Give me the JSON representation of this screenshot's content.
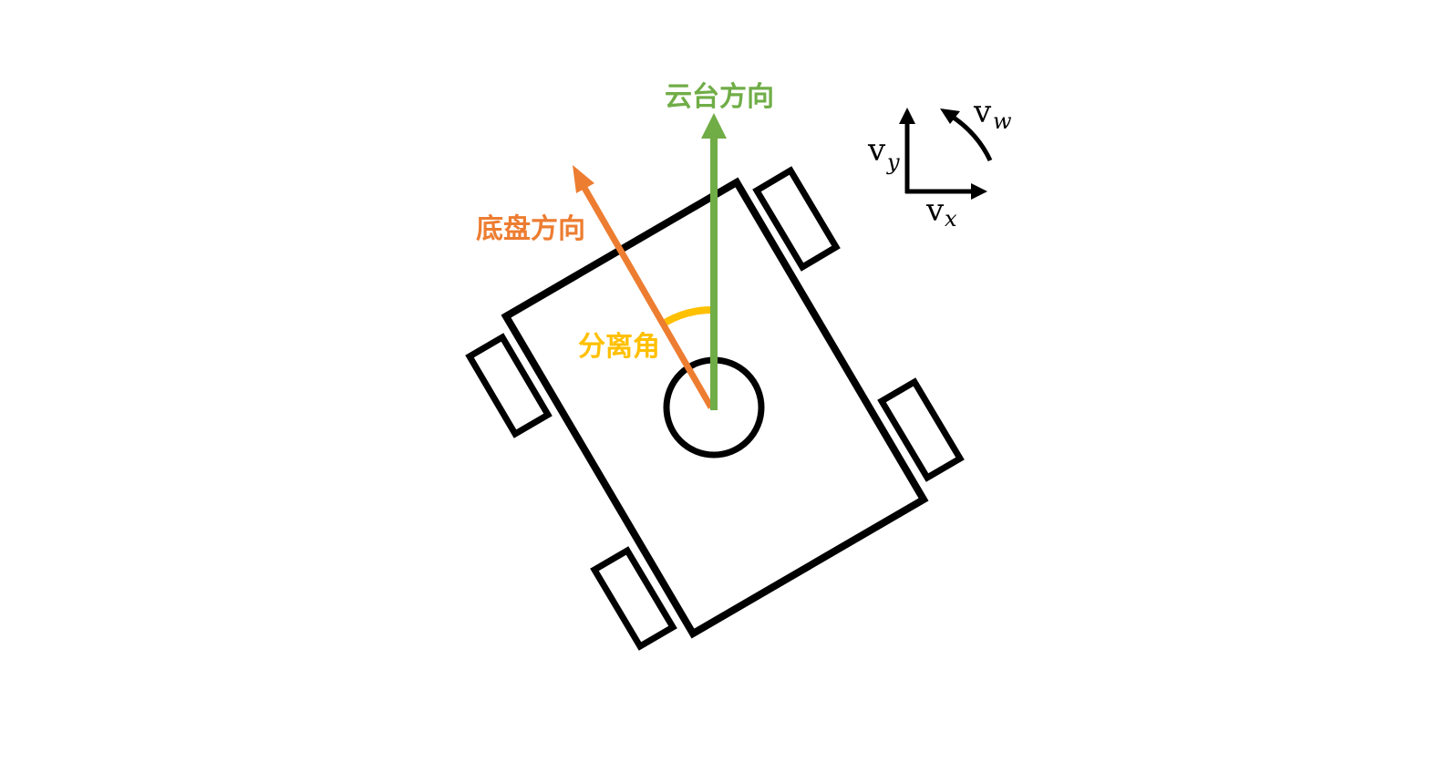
{
  "labels": {
    "gimbal_direction": "云台方向",
    "chassis_direction": "底盘方向",
    "separation_angle": "分离角"
  },
  "axes": {
    "vy": {
      "base": "v",
      "sub": "y"
    },
    "vx": {
      "base": "v",
      "sub": "x"
    },
    "vw": {
      "base": "v",
      "sub": "w"
    }
  },
  "colors": {
    "gimbal": "#70ad47",
    "chassis": "#ed7d31",
    "angle": "#ffc000",
    "outline": "#000000"
  }
}
